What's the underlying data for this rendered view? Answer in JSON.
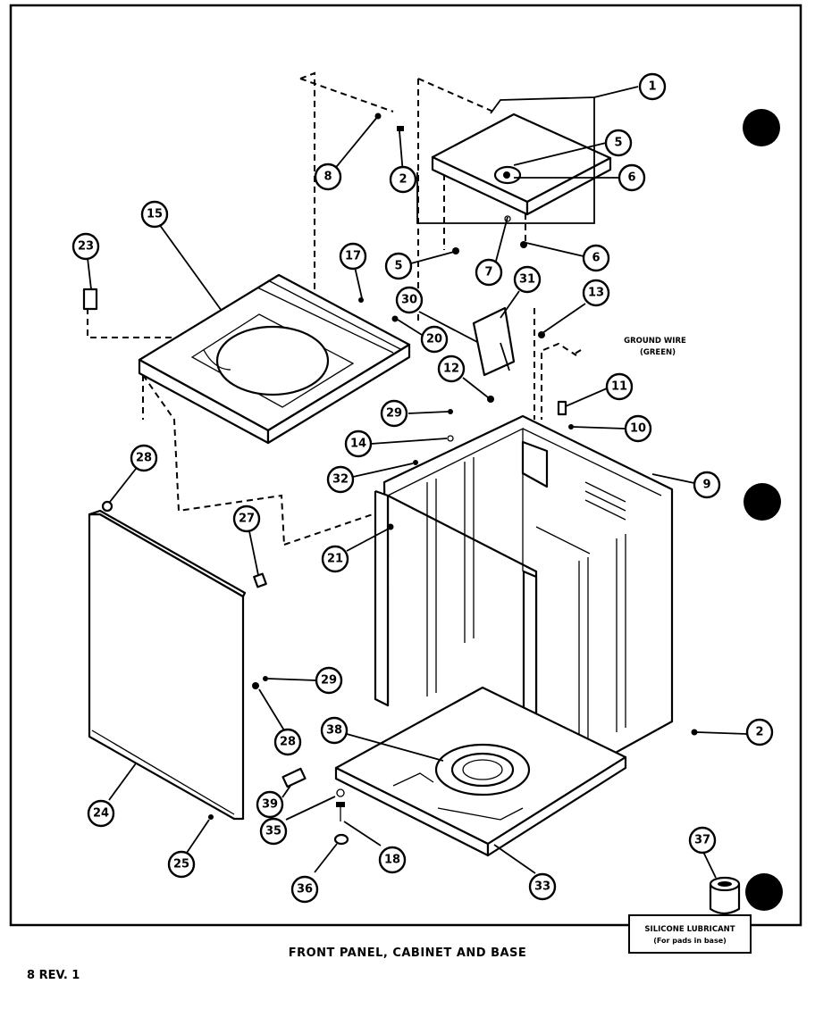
{
  "figure": {
    "caption": "FRONT PANEL, CABINET AND BASE",
    "revision": "8 REV. 1"
  },
  "notes": {
    "ground_wire": "GROUND WIRE",
    "ground_wire_color": "(GREEN)",
    "lubricant_title": "SILICONE LUBRICANT",
    "lubricant_sub": "(For pads in base)"
  },
  "callouts": [
    {
      "id": "c1",
      "label": "1"
    },
    {
      "id": "c5a",
      "label": "5"
    },
    {
      "id": "c6a",
      "label": "6"
    },
    {
      "id": "c8a",
      "label": "8"
    },
    {
      "id": "c2a",
      "label": "2"
    },
    {
      "id": "c5b",
      "label": "5"
    },
    {
      "id": "c7",
      "label": "7"
    },
    {
      "id": "c6b",
      "label": "6"
    },
    {
      "id": "c15",
      "label": "15"
    },
    {
      "id": "c23",
      "label": "23"
    },
    {
      "id": "c17",
      "label": "17"
    },
    {
      "id": "c20",
      "label": "20"
    },
    {
      "id": "c30",
      "label": "30"
    },
    {
      "id": "c31",
      "label": "31"
    },
    {
      "id": "c13",
      "label": "13"
    },
    {
      "id": "c12",
      "label": "12"
    },
    {
      "id": "c11",
      "label": "11"
    },
    {
      "id": "c29a",
      "label": "29"
    },
    {
      "id": "c10",
      "label": "10"
    },
    {
      "id": "c14",
      "label": "14"
    },
    {
      "id": "c28a",
      "label": "28"
    },
    {
      "id": "c32",
      "label": "32"
    },
    {
      "id": "c9",
      "label": "9"
    },
    {
      "id": "c27",
      "label": "27"
    },
    {
      "id": "c21",
      "label": "21"
    },
    {
      "id": "c29b",
      "label": "29"
    },
    {
      "id": "c28b",
      "label": "28"
    },
    {
      "id": "c38",
      "label": "38"
    },
    {
      "id": "c2b",
      "label": "2"
    },
    {
      "id": "c24",
      "label": "24"
    },
    {
      "id": "c39",
      "label": "39"
    },
    {
      "id": "c35",
      "label": "35"
    },
    {
      "id": "c18",
      "label": "18"
    },
    {
      "id": "c25",
      "label": "25"
    },
    {
      "id": "c36",
      "label": "36"
    },
    {
      "id": "c33",
      "label": "33"
    },
    {
      "id": "c37",
      "label": "37"
    }
  ]
}
